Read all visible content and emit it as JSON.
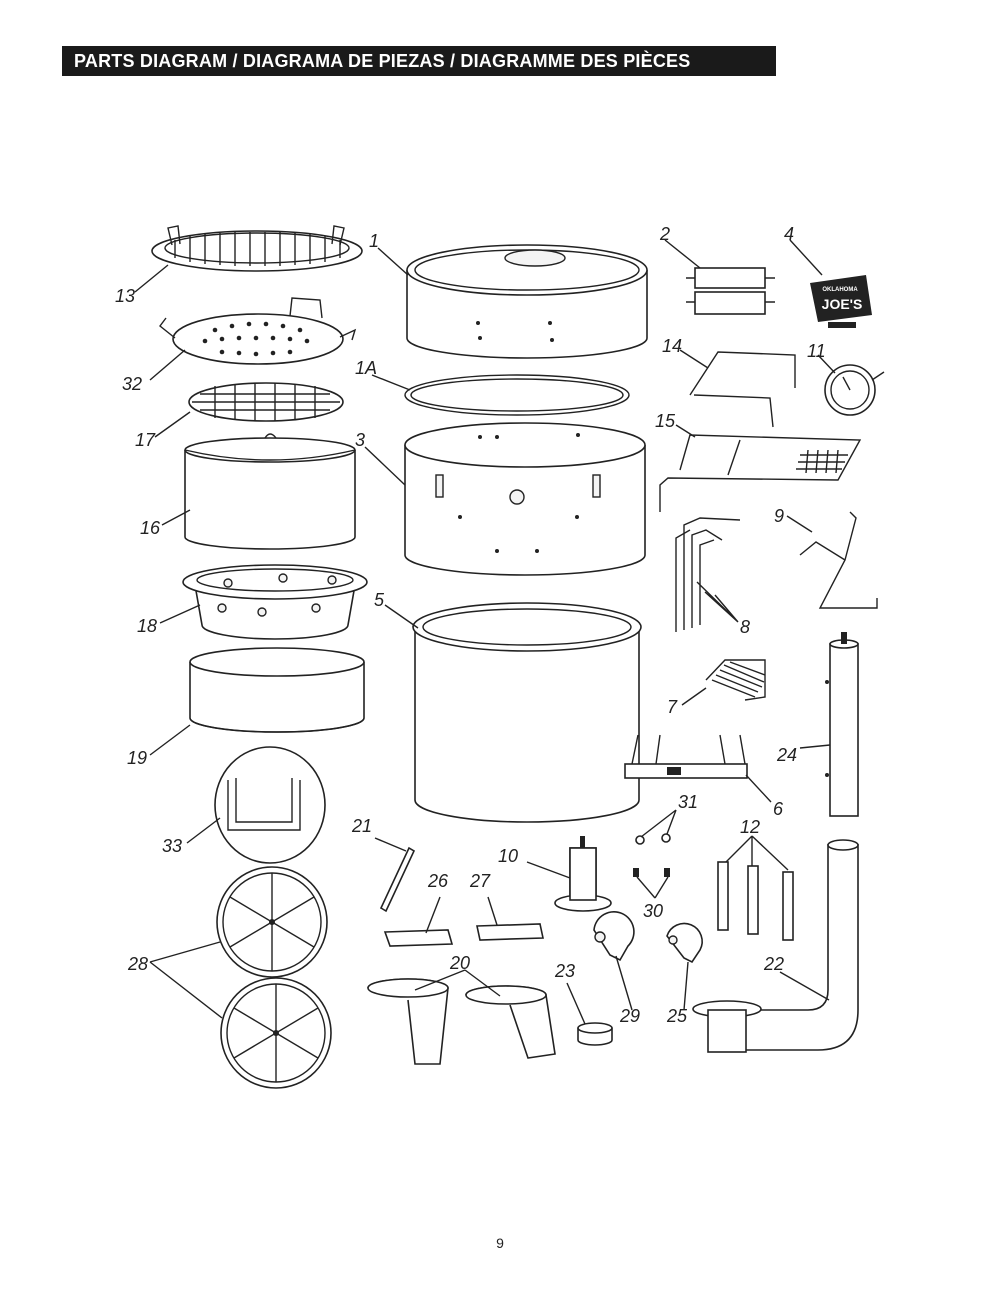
{
  "header": {
    "title": "PARTS DIAGRAM / DIAGRAMA DE PIEZAS / DIAGRAMME DES PIÈCES"
  },
  "page_number": "9",
  "logo": {
    "lines": [
      "OKLAHOMA",
      "JOE'S"
    ]
  },
  "parts": {
    "p1": "1",
    "p1a": "1A",
    "p2": "2",
    "p3": "3",
    "p4": "4",
    "p5": "5",
    "p6": "6",
    "p7": "7",
    "p8": "8",
    "p9": "9",
    "p10": "10",
    "p11": "11",
    "p12": "12",
    "p13": "13",
    "p14": "14",
    "p15": "15",
    "p16": "16",
    "p17": "17",
    "p18": "18",
    "p19": "19",
    "p20": "20",
    "p21": "21",
    "p22": "22",
    "p23": "23",
    "p24": "24",
    "p25": "25",
    "p26": "26",
    "p27": "27",
    "p28": "28",
    "p29": "29",
    "p30": "30",
    "p31": "31",
    "p32": "32",
    "p33": "33"
  }
}
